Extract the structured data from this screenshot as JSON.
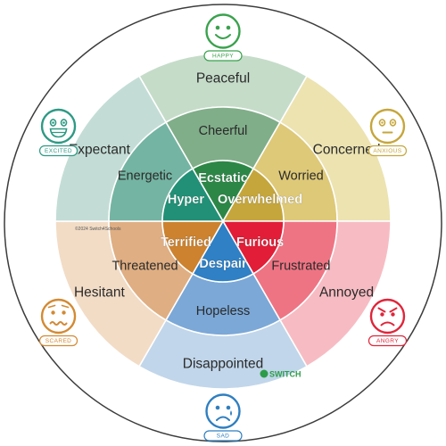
{
  "copyright": "©2024 Switch4Schools",
  "brand": "SWITCH",
  "moods": [
    {
      "key": "happy",
      "badge": "HAPPY",
      "face": "smile",
      "color": "#3aa24d",
      "outer": {
        "label": "Peaceful",
        "color": "#c5dcc9"
      },
      "middle": {
        "label": "Cheerful",
        "color": "#80ae89"
      },
      "inner": {
        "label": "Ecstatic",
        "color": "#2c8747"
      }
    },
    {
      "key": "anxious",
      "badge": "ANXIOUS",
      "face": "neutral",
      "color": "#c6a63b",
      "outer": {
        "label": "Concerned",
        "color": "#ece3b1"
      },
      "middle": {
        "label": "Worried",
        "color": "#dec978"
      },
      "inner": {
        "label": "Overwhelmed",
        "color": "#c5a63c"
      }
    },
    {
      "key": "angry",
      "badge": "ANGRY",
      "face": "angry",
      "color": "#e0253a",
      "outer": {
        "label": "Annoyed",
        "color": "#f7bcc3"
      },
      "middle": {
        "label": "Frustrated",
        "color": "#ef7483"
      },
      "inner": {
        "label": "Furious",
        "color": "#e21d37"
      }
    },
    {
      "key": "sad",
      "badge": "SAD",
      "face": "frown",
      "color": "#2f7fc0",
      "outer": {
        "label": "Disappointed",
        "color": "#c1d6ea"
      },
      "middle": {
        "label": "Hopeless",
        "color": "#7ba8d7"
      },
      "inner": {
        "label": "Despair",
        "color": "#2f80c4"
      }
    },
    {
      "key": "scared",
      "badge": "SCARED",
      "face": "wavy",
      "color": "#d38a33",
      "outer": {
        "label": "Hesitant",
        "color": "#f2dcc6"
      },
      "middle": {
        "label": "Threatened",
        "color": "#dfae82"
      },
      "inner": {
        "label": "Terrified",
        "color": "#cc822e"
      }
    },
    {
      "key": "excited",
      "badge": "EXCITED",
      "face": "grin",
      "color": "#2e9a84",
      "outer": {
        "label": "Expectant",
        "color": "#c3ddd6"
      },
      "middle": {
        "label": "Energetic",
        "color": "#74b4a2"
      },
      "inner": {
        "label": "Hyper",
        "color": "#229076"
      }
    }
  ]
}
